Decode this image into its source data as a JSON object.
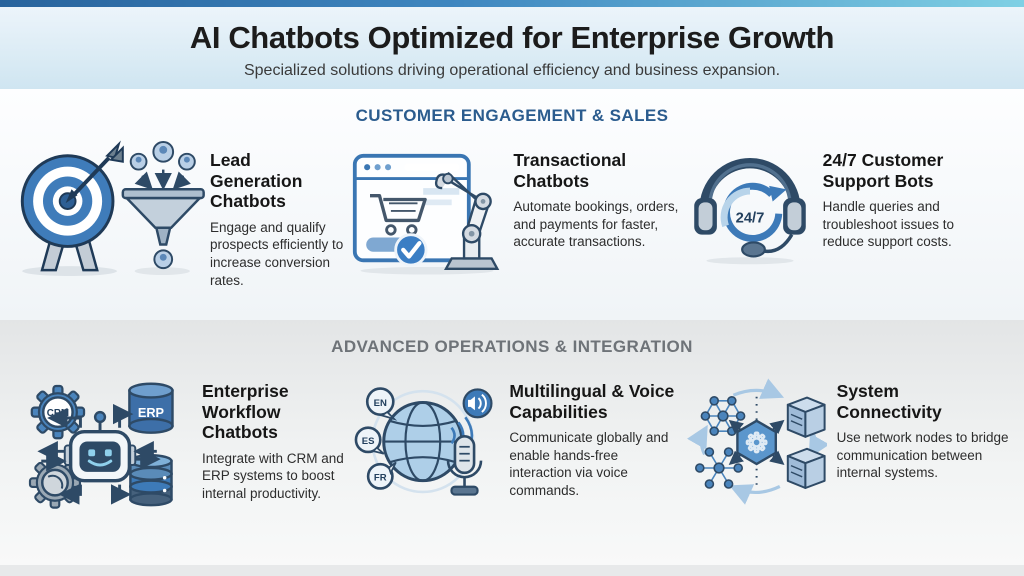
{
  "page": {
    "title": "AI Chatbots Optimized for Enterprise Growth",
    "subtitle": "Specialized solutions driving operational efficiency and business expansion."
  },
  "colors": {
    "top_accent_left": "#28639c",
    "top_accent_right": "#7fd0e4",
    "section1_heading_color": "#2b5c8e",
    "section2_heading_color": "#6e7378",
    "primary_blue": "#3d7ab8",
    "outline_navy": "#2e4a66"
  },
  "sections": [
    {
      "heading": "CUSTOMER ENGAGEMENT & SALES",
      "items": [
        {
          "icon": "target-funnel-icon",
          "title": "Lead Generation Chatbots",
          "description": "Engage and qualify prospects efficiently to increase conversion rates."
        },
        {
          "icon": "browser-cart-robot-arm-icon",
          "title": "Transactional Chatbots",
          "description": "Automate bookings, orders, and payments for faster, accurate transactions."
        },
        {
          "icon": "headset-24-7-icon",
          "title": "24/7 Customer Support Bots",
          "description": "Handle queries and troubleshoot issues to reduce support costs."
        }
      ]
    },
    {
      "heading": "ADVANCED OPERATIONS & INTEGRATION",
      "items": [
        {
          "icon": "robot-crm-erp-icon",
          "title": "Enterprise Workflow Chatbots",
          "description": "Integrate with CRM and ERP systems to boost internal productivity."
        },
        {
          "icon": "globe-languages-voice-icon",
          "title": "Multilingual & Voice Capabilities",
          "description": "Communicate globally and enable hands-free interaction via voice commands."
        },
        {
          "icon": "network-nodes-servers-icon",
          "title": "System Connectivity",
          "description": "Use network nodes to bridge communication between internal systems."
        }
      ]
    }
  ],
  "icon_labels": {
    "support_badge": "24/7",
    "crm": "CRM",
    "erp": "ERP",
    "lang_en": "EN",
    "lang_es": "ES",
    "lang_fr": "FR"
  }
}
